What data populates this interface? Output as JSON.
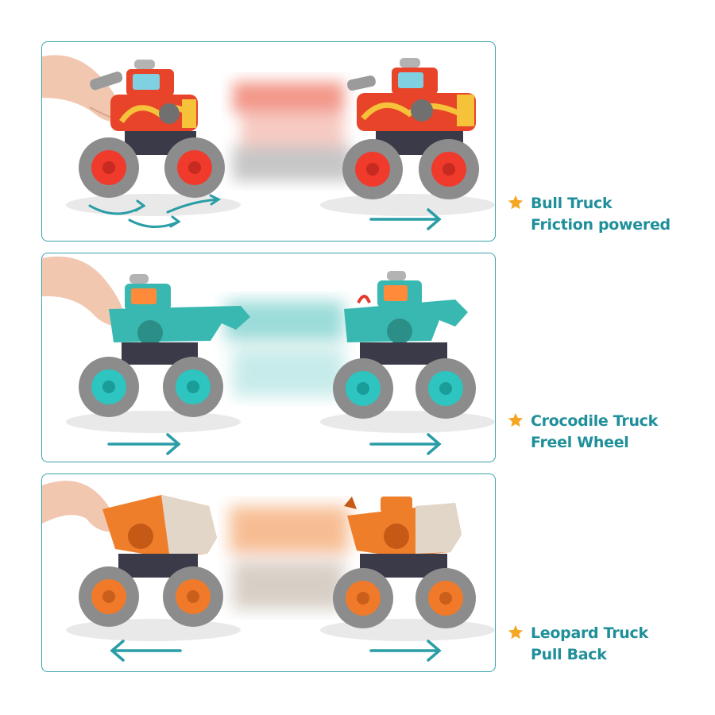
{
  "colors": {
    "border": "#3aa3ad",
    "caption": "#1f8f9a",
    "star": "#f5a623",
    "arrow": "#2a9da6",
    "tire": "#8c8c8c",
    "bull_body": "#e8442a",
    "bull_hub": "#ef3a2c",
    "croc_body": "#39b8b2",
    "croc_hub": "#2ec4c0",
    "leopard_body": "#ef7e2a",
    "leopard_hub": "#f07a2a"
  },
  "items": [
    {
      "name": "bull",
      "title": "Bull Truck",
      "subtitle": "Friction powered"
    },
    {
      "name": "crocodile",
      "title": "Crocodile Truck",
      "subtitle": "Freel Wheel"
    },
    {
      "name": "leopard",
      "title": "Leopard Truck",
      "subtitle": "Pull Back"
    }
  ]
}
